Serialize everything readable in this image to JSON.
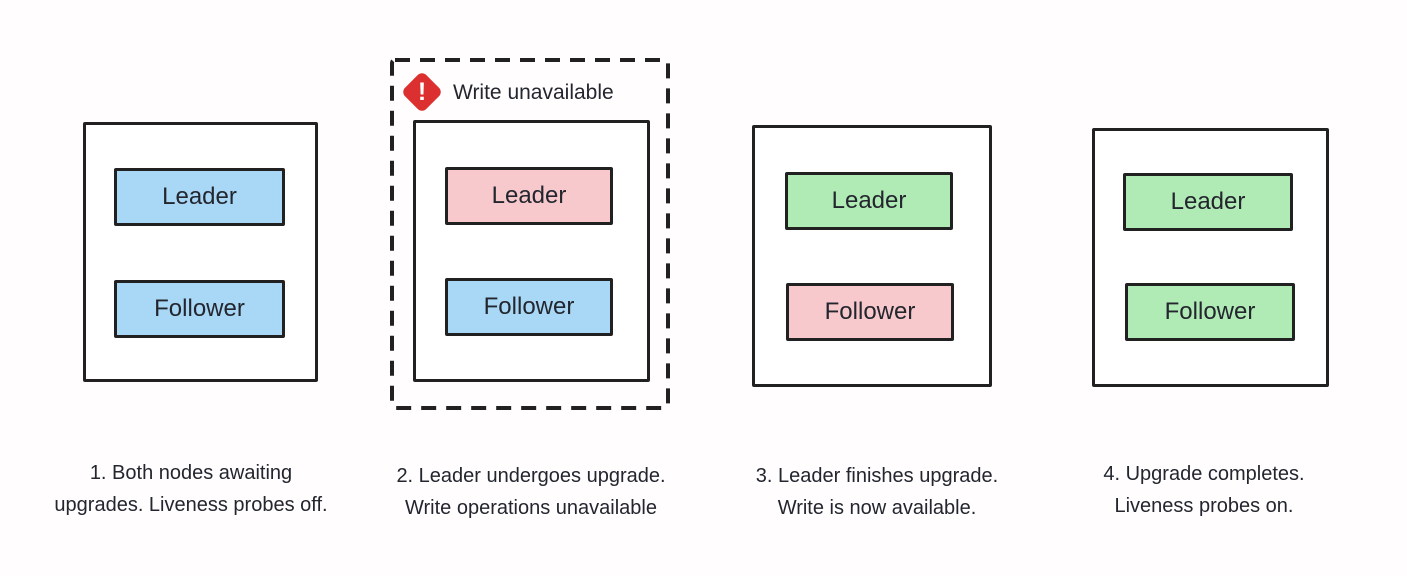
{
  "colors": {
    "background": "#fffdfe",
    "outline": "#212121",
    "node_blue": "#a9d8f7",
    "node_pink": "#f8c9cc",
    "node_green": "#b0eab4",
    "warning_red": "#dc3030",
    "text": "#23262e"
  },
  "panels": [
    {
      "step": 1,
      "nodes": [
        {
          "label": "Leader",
          "state": "blue"
        },
        {
          "label": "Follower",
          "state": "blue"
        }
      ],
      "caption_line1": "1. Both nodes awaiting",
      "caption_line2": "upgrades. Liveness probes off."
    },
    {
      "step": 2,
      "warning": {
        "icon": "alert-diamond-icon",
        "glyph": "!",
        "label": "Write unavailable"
      },
      "nodes": [
        {
          "label": "Leader",
          "state": "pink"
        },
        {
          "label": "Follower",
          "state": "blue"
        }
      ],
      "caption_line1": "2. Leader undergoes upgrade.",
      "caption_line2": "Write operations unavailable"
    },
    {
      "step": 3,
      "nodes": [
        {
          "label": "Leader",
          "state": "green"
        },
        {
          "label": "Follower",
          "state": "pink"
        }
      ],
      "caption_line1": "3. Leader finishes upgrade.",
      "caption_line2": "Write is now available."
    },
    {
      "step": 4,
      "nodes": [
        {
          "label": "Leader",
          "state": "green"
        },
        {
          "label": "Follower",
          "state": "green"
        }
      ],
      "caption_line1": "4. Upgrade completes.",
      "caption_line2": "Liveness probes on."
    }
  ]
}
